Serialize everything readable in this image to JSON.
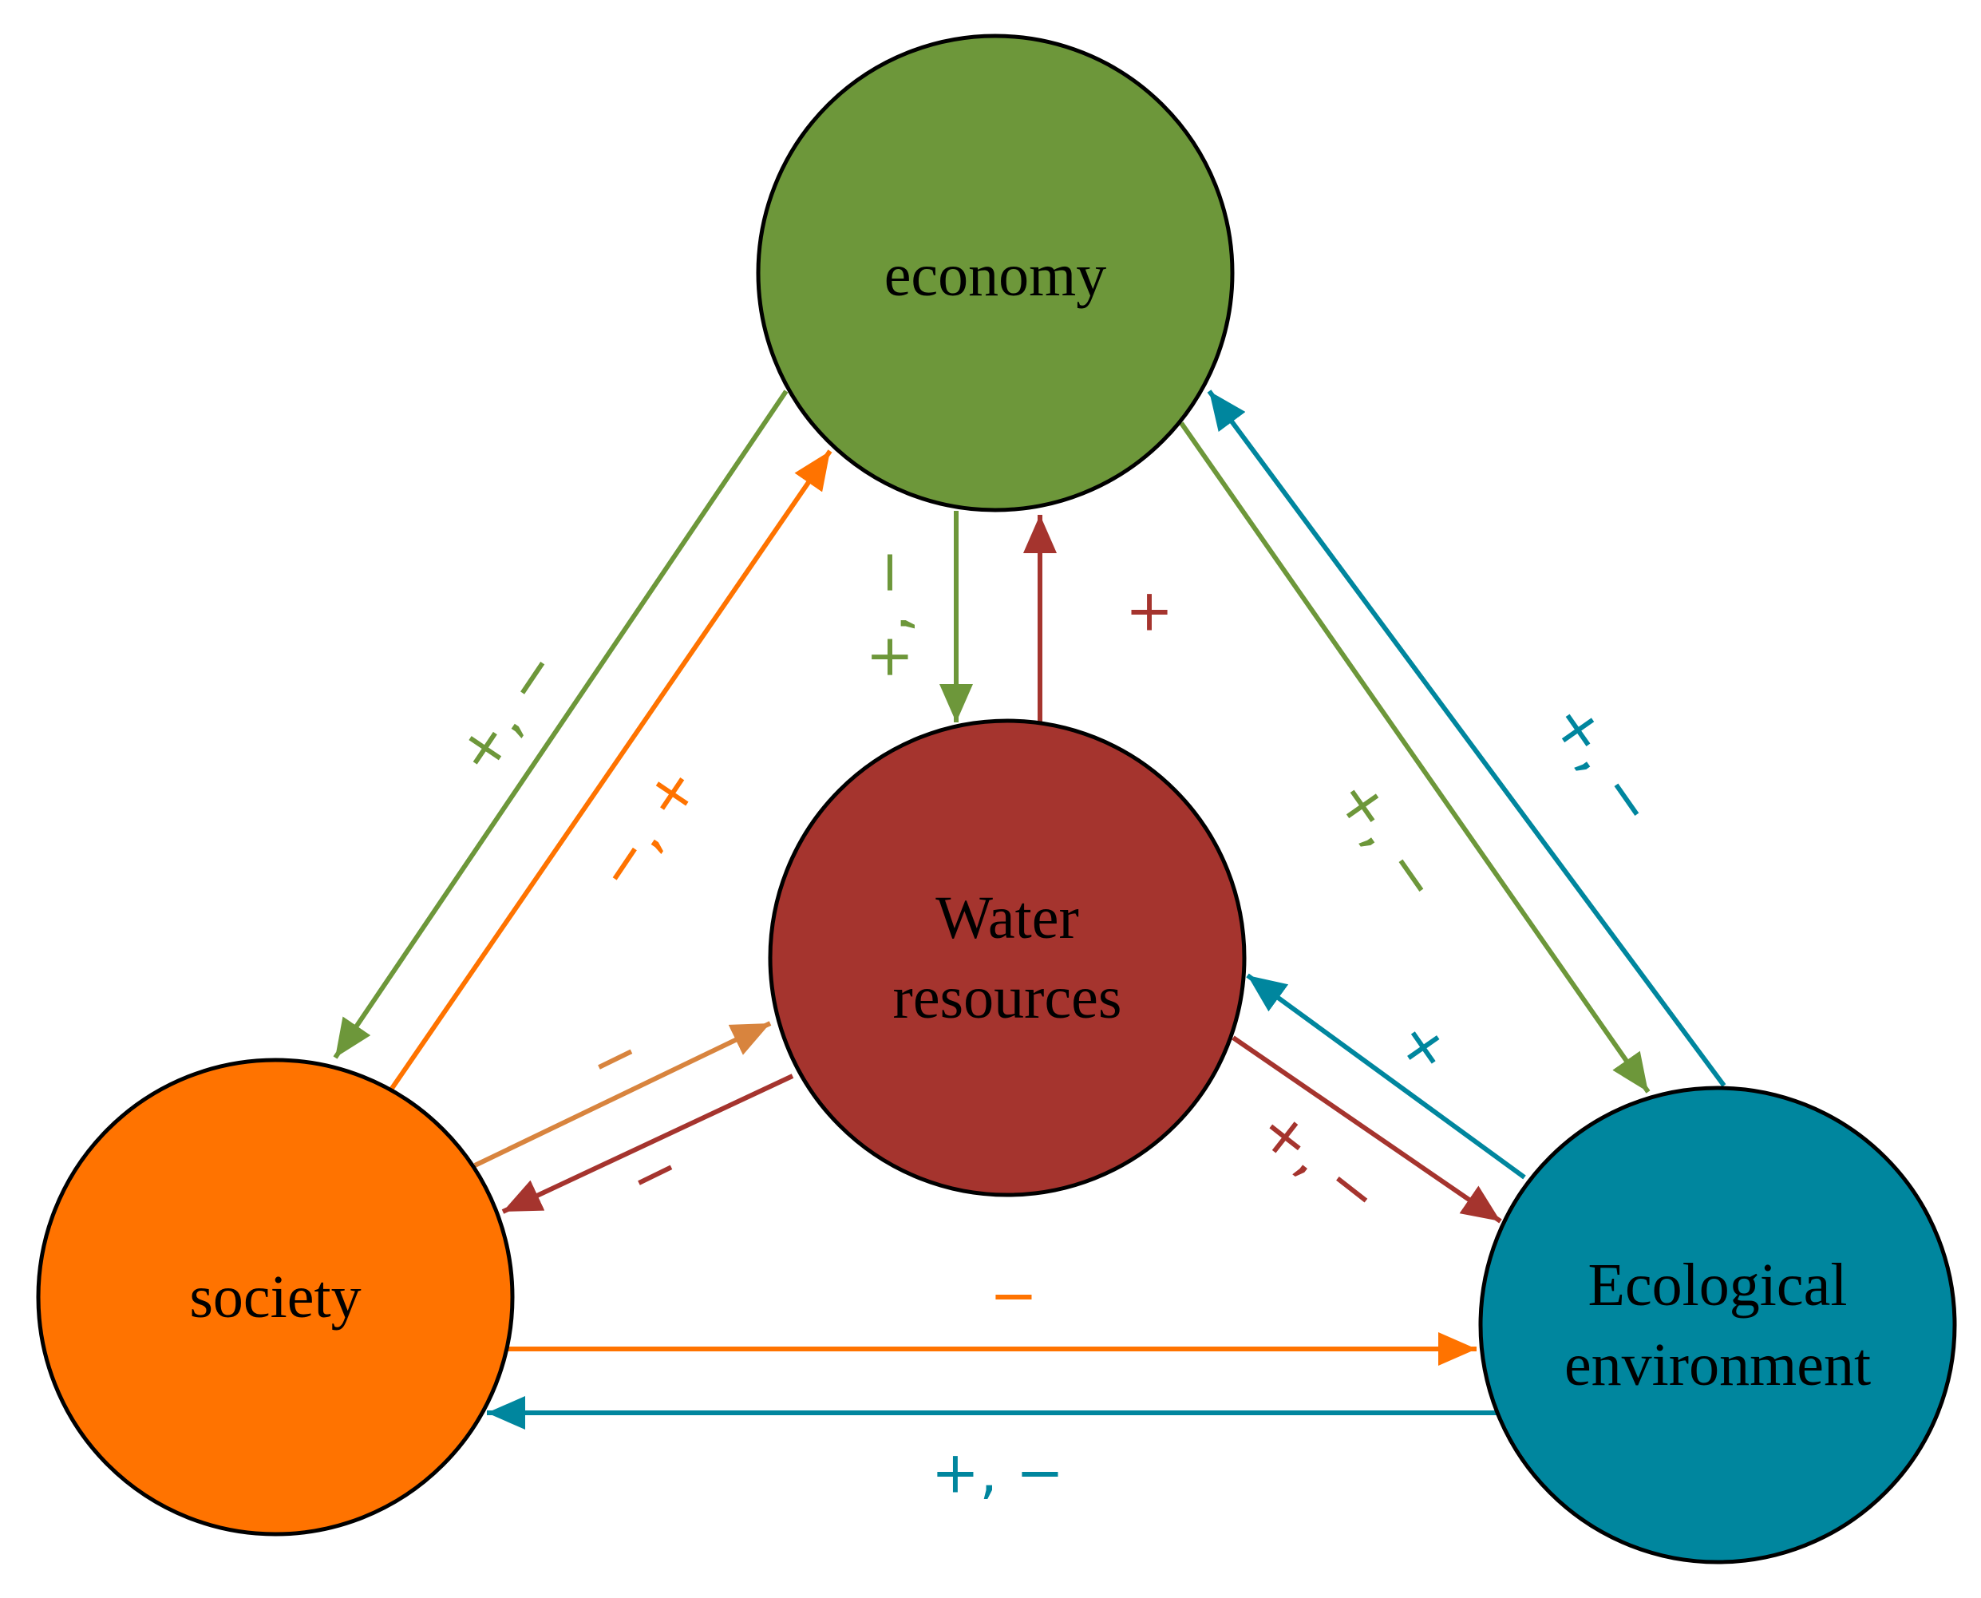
{
  "diagram": {
    "colors": {
      "economy": "#6D973A",
      "water": "#A5342E",
      "society": "#FF7300",
      "ecology": "#00869E",
      "society_to_water": "#D8843E",
      "outline": "#000000"
    },
    "nodes": {
      "economy": {
        "label": "economy"
      },
      "water": {
        "label_line1": "Water",
        "label_line2": "resources"
      },
      "society": {
        "label": "society"
      },
      "ecology": {
        "label_line1": "Ecological",
        "label_line2": "environment"
      }
    },
    "edge_signs": {
      "economy_to_society": "+, −",
      "society_to_economy": "−, +",
      "economy_to_water": "+, −",
      "water_to_economy": "+",
      "economy_to_ecology": "+, −",
      "ecology_to_economy": "+, −",
      "society_to_water": "−",
      "water_to_society": "−",
      "water_to_ecology": "+, −",
      "ecology_to_water": "+",
      "society_to_ecology": "−",
      "ecology_to_society": "+, −"
    }
  }
}
